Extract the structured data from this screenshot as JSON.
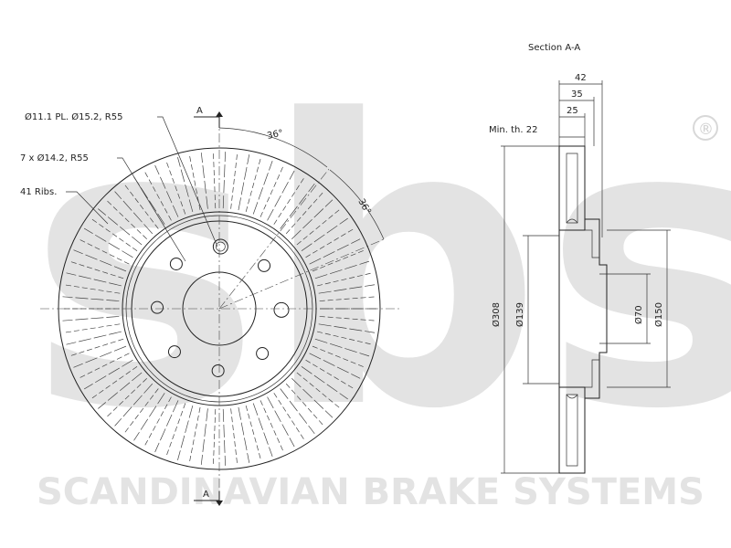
{
  "watermark": {
    "logo_text": "sbs",
    "registered_mark": "®",
    "company": "SCANDINAVIAN BRAKE SYSTEMS"
  },
  "front_view": {
    "callouts": {
      "mounting_holes": "Ø11.1 PL. Ø15.2, R55",
      "stud_holes": "7 x Ø14.2, R55",
      "ribs": "41 Ribs."
    },
    "section_marker": "A",
    "angle_1": "36°",
    "angle_2": "36°"
  },
  "section_view": {
    "title": "Section A-A",
    "min_thickness": "Min. th. 22",
    "width_total": "42",
    "width_mid": "35",
    "width_disc": "25",
    "dia_outer": "Ø308",
    "dia_inner": "Ø139",
    "dia_bore": "Ø70",
    "dia_hat": "Ø150"
  },
  "colors": {
    "line": "#222222",
    "watermark": "#e3e3e3"
  }
}
